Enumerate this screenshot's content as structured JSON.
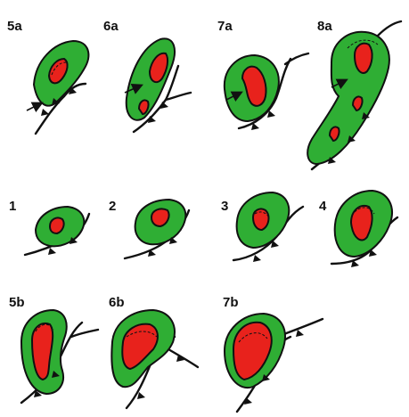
{
  "panels": [
    {
      "id": "p5a",
      "label": "5a"
    },
    {
      "id": "p6a",
      "label": "6a"
    },
    {
      "id": "p7a",
      "label": "7a"
    },
    {
      "id": "p8a",
      "label": "8a"
    },
    {
      "id": "p1",
      "label": "1"
    },
    {
      "id": "p2",
      "label": "2"
    },
    {
      "id": "p3",
      "label": "3"
    },
    {
      "id": "p4",
      "label": "4"
    },
    {
      "id": "p5b",
      "label": "5b"
    },
    {
      "id": "p6b",
      "label": "6b"
    },
    {
      "id": "p7b",
      "label": "7b"
    }
  ],
  "colors": {
    "outer_region": "#2fae34",
    "core_region": "#e8221c",
    "line": "#111111",
    "background": "#ffffff"
  },
  "icons": [
    "front-line-with-triangles",
    "flow-arrow"
  ]
}
